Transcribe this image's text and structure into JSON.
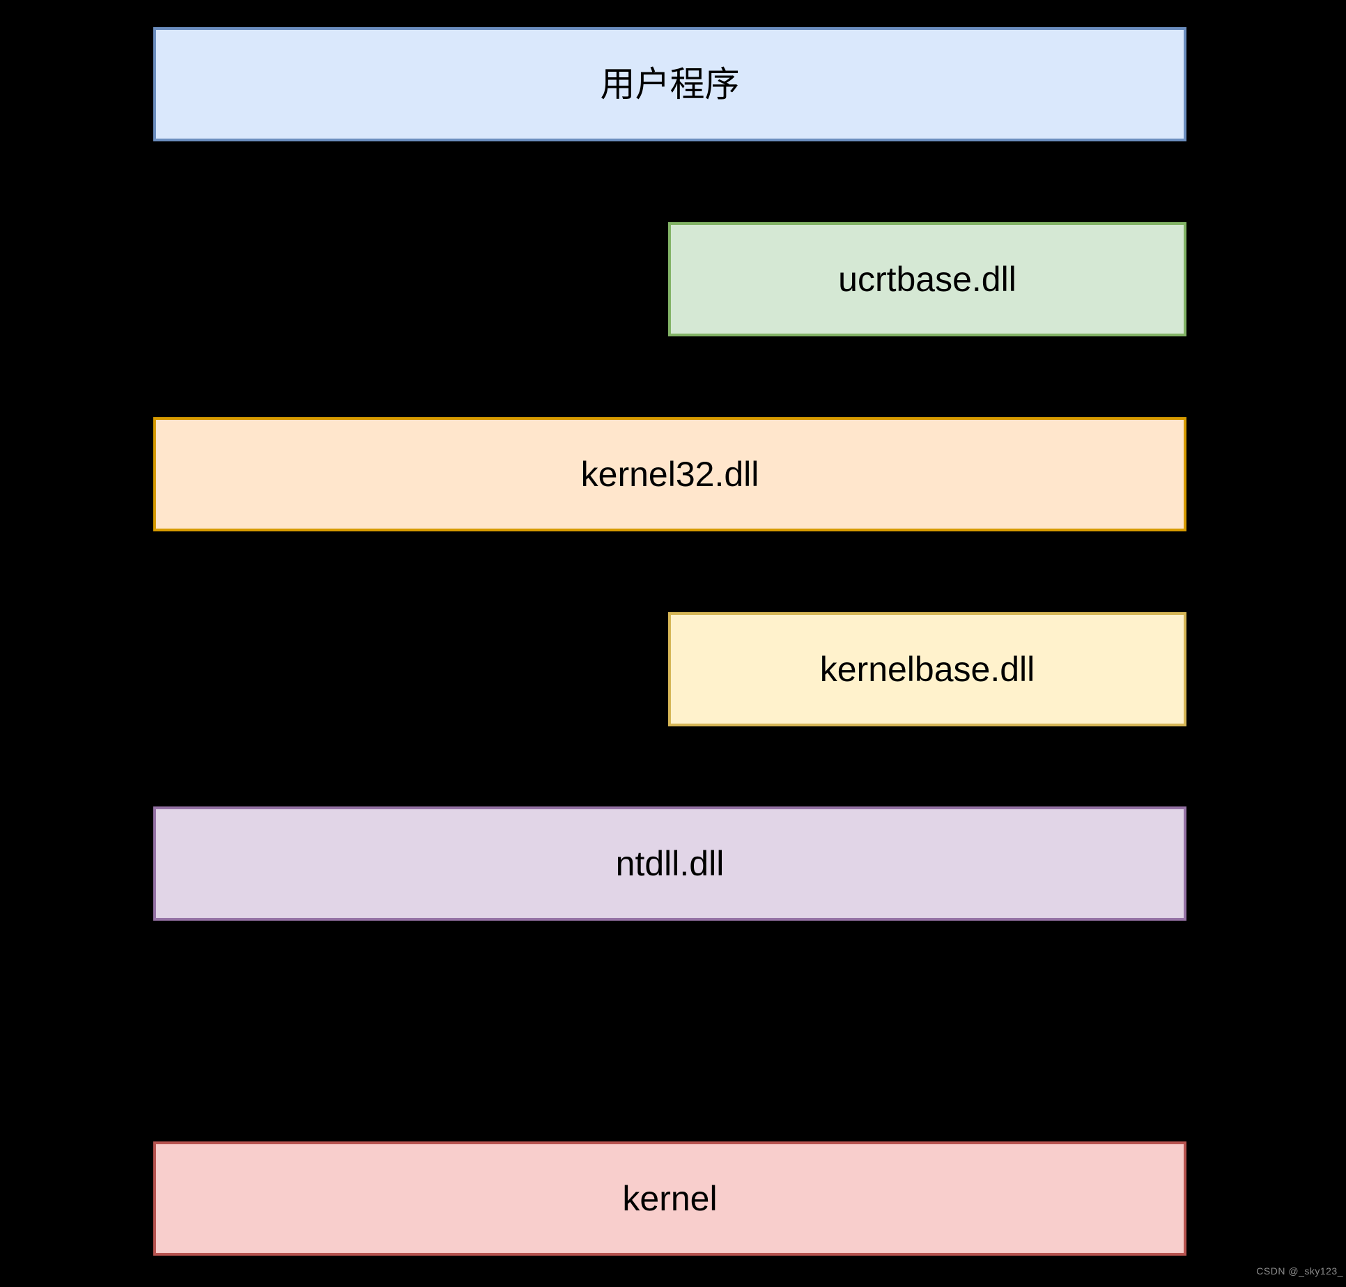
{
  "diagram": {
    "background_color": "#000000",
    "text_color": "#000000",
    "boxes": [
      {
        "id": "user-program",
        "label": "用户程序",
        "fill": "#dae8fc",
        "stroke": "#6c8ebf"
      },
      {
        "id": "ucrtbase",
        "label": "ucrtbase.dll",
        "fill": "#d5e8d4",
        "stroke": "#82b366"
      },
      {
        "id": "kernel32",
        "label": "kernel32.dll",
        "fill": "#ffe6cc",
        "stroke": "#d79b00"
      },
      {
        "id": "kernelbase",
        "label": "kernelbase.dll",
        "fill": "#fff2cc",
        "stroke": "#d6b656"
      },
      {
        "id": "ntdll",
        "label": "ntdll.dll",
        "fill": "#e1d5e7",
        "stroke": "#9673a6"
      },
      {
        "id": "kernel",
        "label": "kernel",
        "fill": "#f8cecc",
        "stroke": "#b85450"
      }
    ]
  },
  "watermark": {
    "text": "CSDN @_sky123_",
    "color": "#8c8c8c"
  }
}
